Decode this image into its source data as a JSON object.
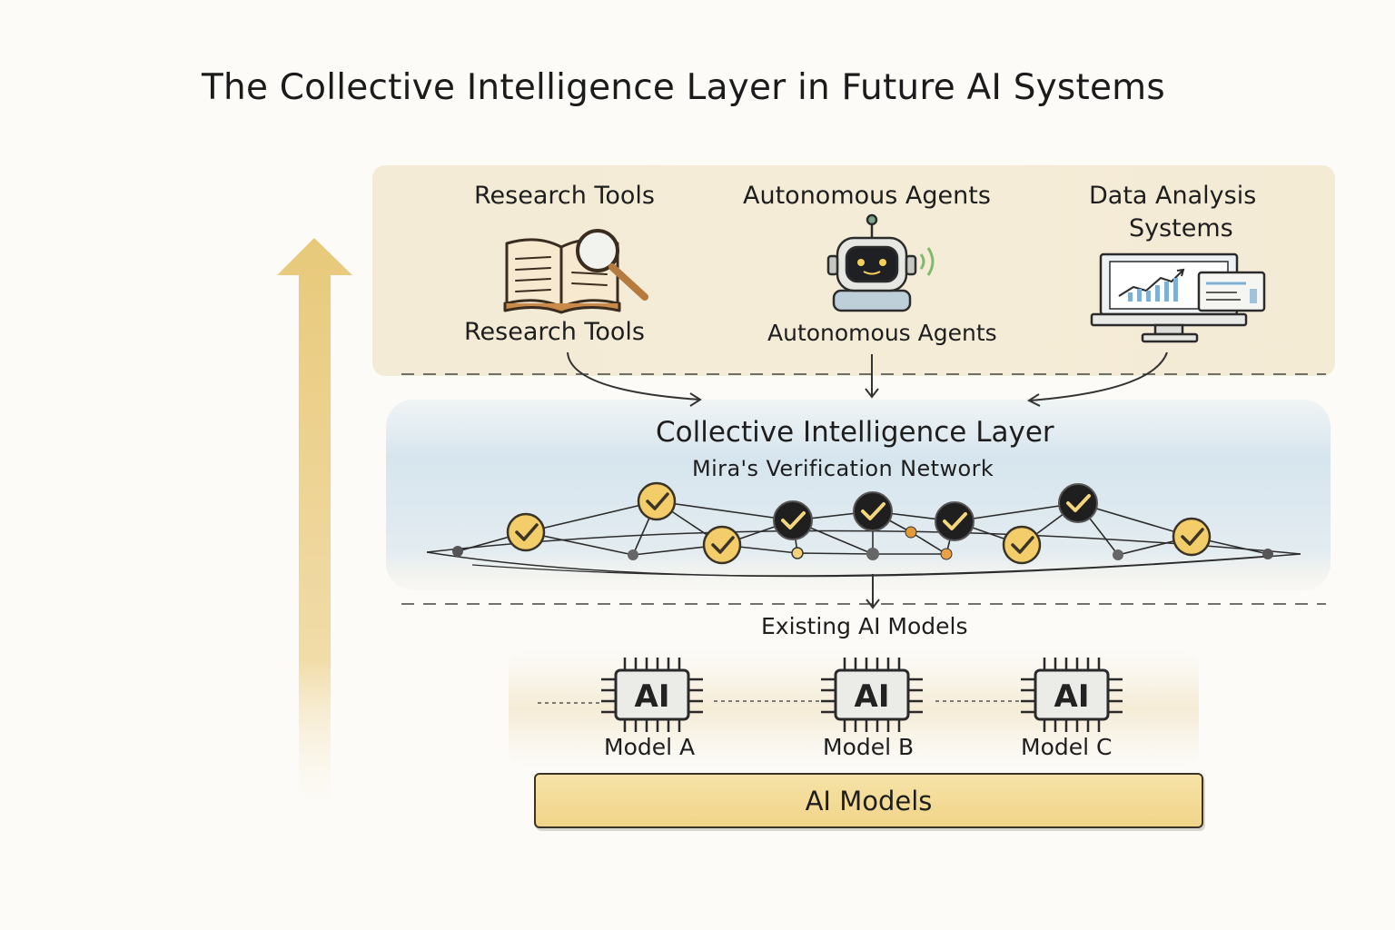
{
  "title": "The Collective Intelligence Layer in Future AI Systems",
  "applications": {
    "research_tools_top": "Research Tools",
    "autonomous_agents_top": "Autonomous Agents",
    "data_analysis_line1": "Data Analysis",
    "data_analysis_line2": "Systems",
    "research_tools_bottom": "Research Tools",
    "autonomous_agents_bottom": "Autonomous Agents"
  },
  "layer": {
    "title": "Collective Intelligence Layer",
    "subtitle": "Mira's Verification Network"
  },
  "existing": {
    "label": "Existing AI Models",
    "chip_text": "AI",
    "models": [
      "Model A",
      "Model B",
      "Model C"
    ],
    "base_label": "AI Models"
  },
  "colors": {
    "top_band": "#f3e9d2",
    "middle_band": "#d8e7ef",
    "node_gold": "#f2cd6a",
    "node_dark": "#1f1f1f",
    "arrow": "#ecd49a"
  },
  "icons": [
    "book-magnifier-icon",
    "robot-icon",
    "monitor-chart-icon",
    "ai-chip-icon",
    "checkmark-icon"
  ]
}
